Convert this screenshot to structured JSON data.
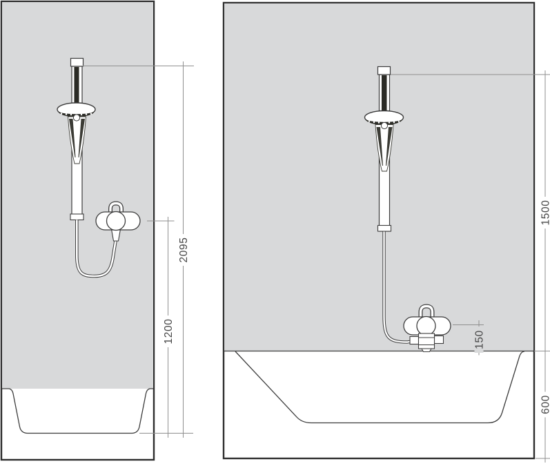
{
  "diagram": {
    "type": "installation-dimension-drawing",
    "panels": {
      "left": {
        "name": "shower-tray-installation",
        "dims": {
          "total_height": "2095",
          "mixer_height": "1200"
        }
      },
      "right": {
        "name": "bathtub-installation",
        "dims": {
          "bar_top_above_rim": "1500",
          "mixer_above_rim": "150",
          "tub_height": "600"
        }
      }
    },
    "colors": {
      "wall": "#d8d9da",
      "outline": "#3c3c3c",
      "dark_fill": "#2b2b26",
      "dim_line": "#8f8f8f",
      "dim_text": "#474747",
      "border": "#2d2d2d"
    }
  }
}
